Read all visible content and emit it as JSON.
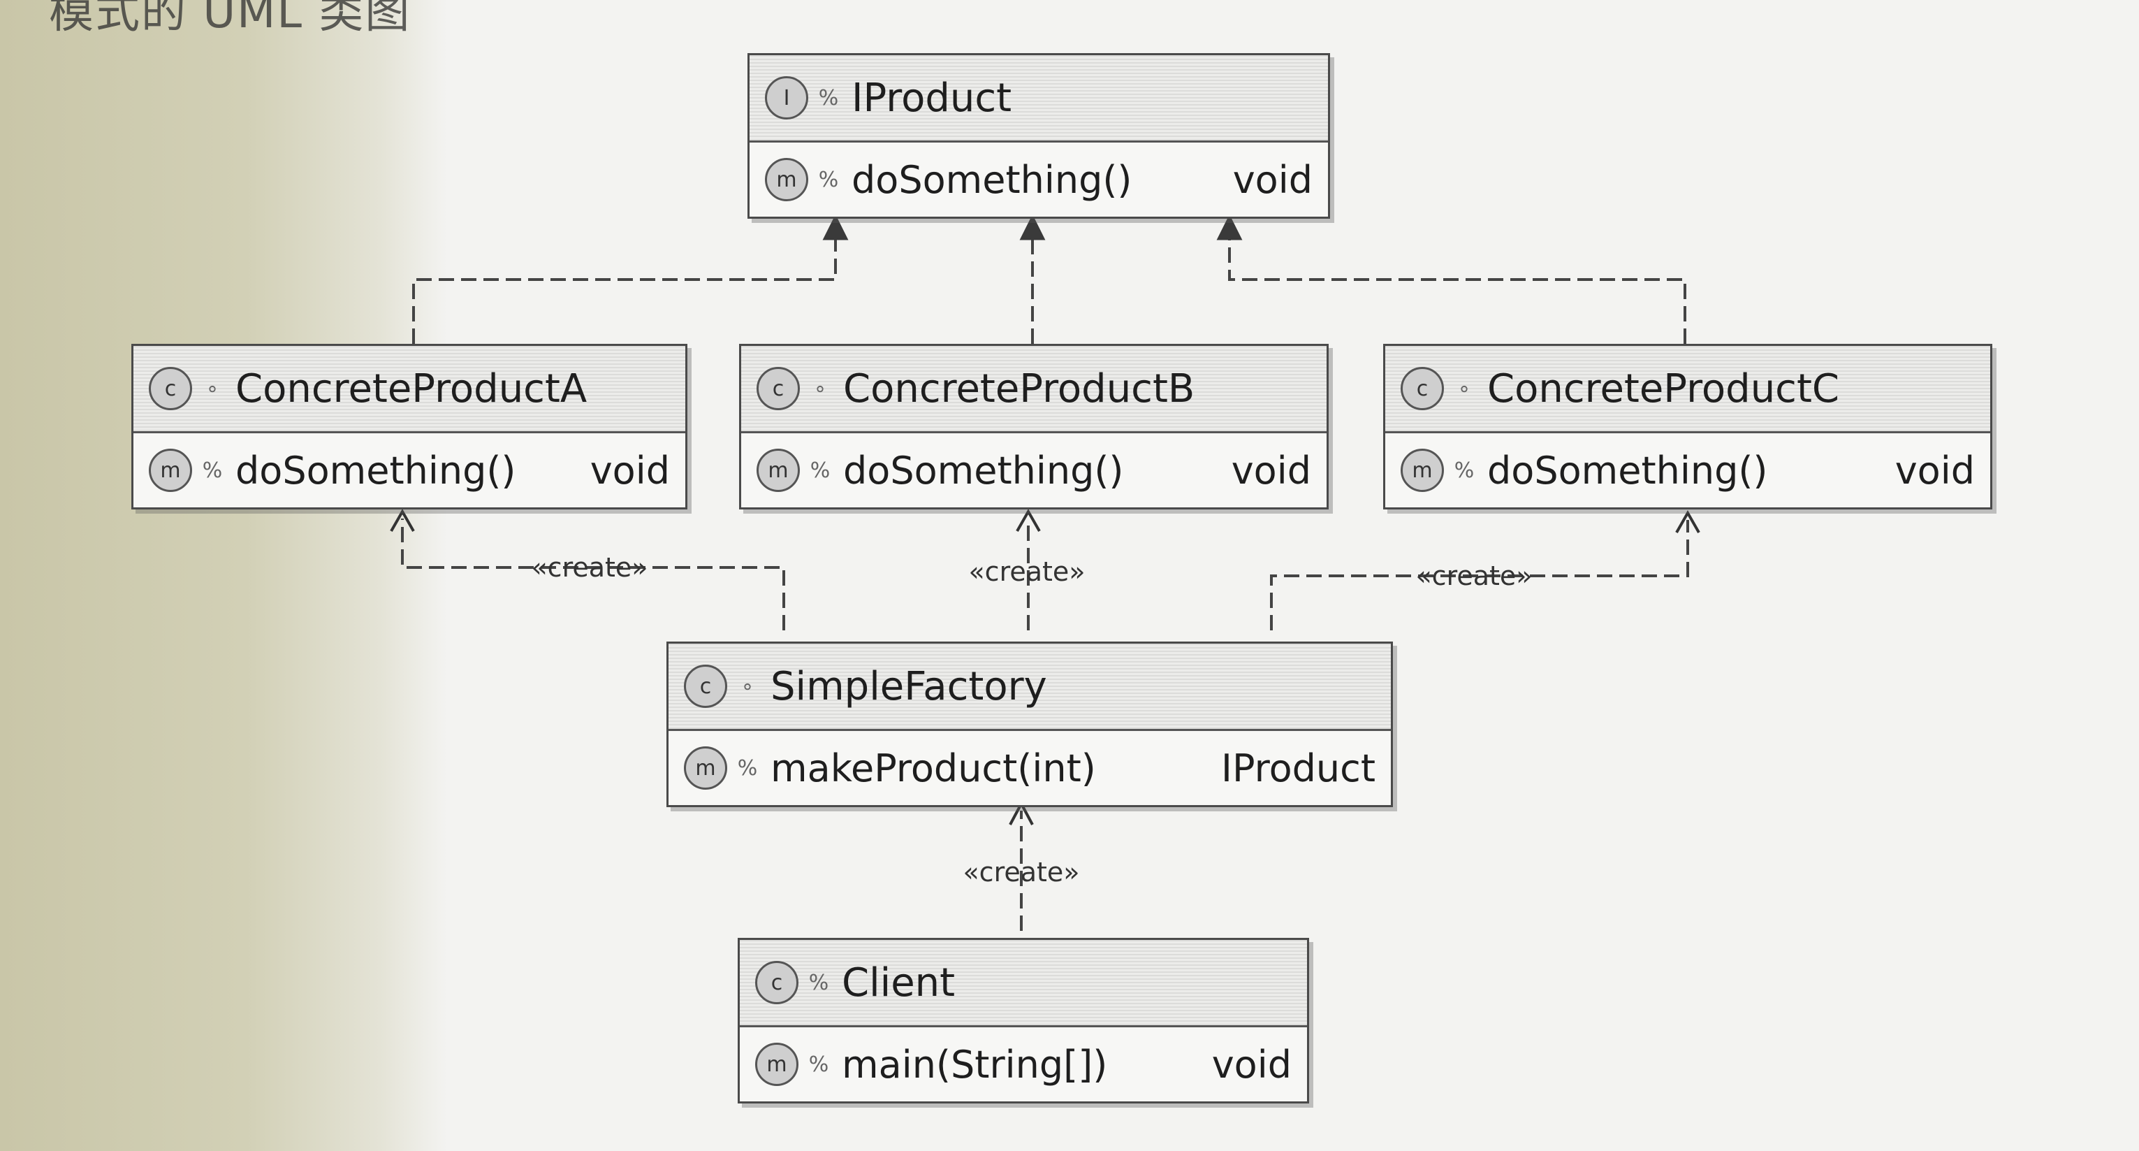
{
  "page_top_text": "模式的 UML 类图",
  "classes": {
    "iproduct": {
      "badge": "I",
      "vis": "%",
      "name": "IProduct",
      "method": "doSomething()",
      "rtype": "void"
    },
    "product_a": {
      "badge": "c",
      "vis": "∘",
      "name": "ConcreteProductA",
      "method": "doSomething()",
      "rtype": "void"
    },
    "product_b": {
      "badge": "c",
      "vis": "∘",
      "name": "ConcreteProductB",
      "method": "doSomething()",
      "rtype": "void"
    },
    "product_c": {
      "badge": "c",
      "vis": "∘",
      "name": "ConcreteProductC",
      "method": "doSomething()",
      "rtype": "void"
    },
    "factory": {
      "badge": "c",
      "vis": "∘",
      "name": "SimpleFactory",
      "method": "makeProduct(int)",
      "rtype": "IProduct"
    },
    "client": {
      "badge": "c",
      "vis": "%",
      "name": "Client",
      "method": "main(String[])",
      "rtype": "void"
    }
  },
  "method_badge": "m",
  "method_vis": "%",
  "stereotypes": {
    "create_a": "«create»",
    "create_b": "«create»",
    "create_c": "«create»",
    "create_factory": "«create»"
  },
  "colors": {
    "paper": "#f3f3f1",
    "line": "#444444",
    "box_border": "#4a4a4a"
  }
}
